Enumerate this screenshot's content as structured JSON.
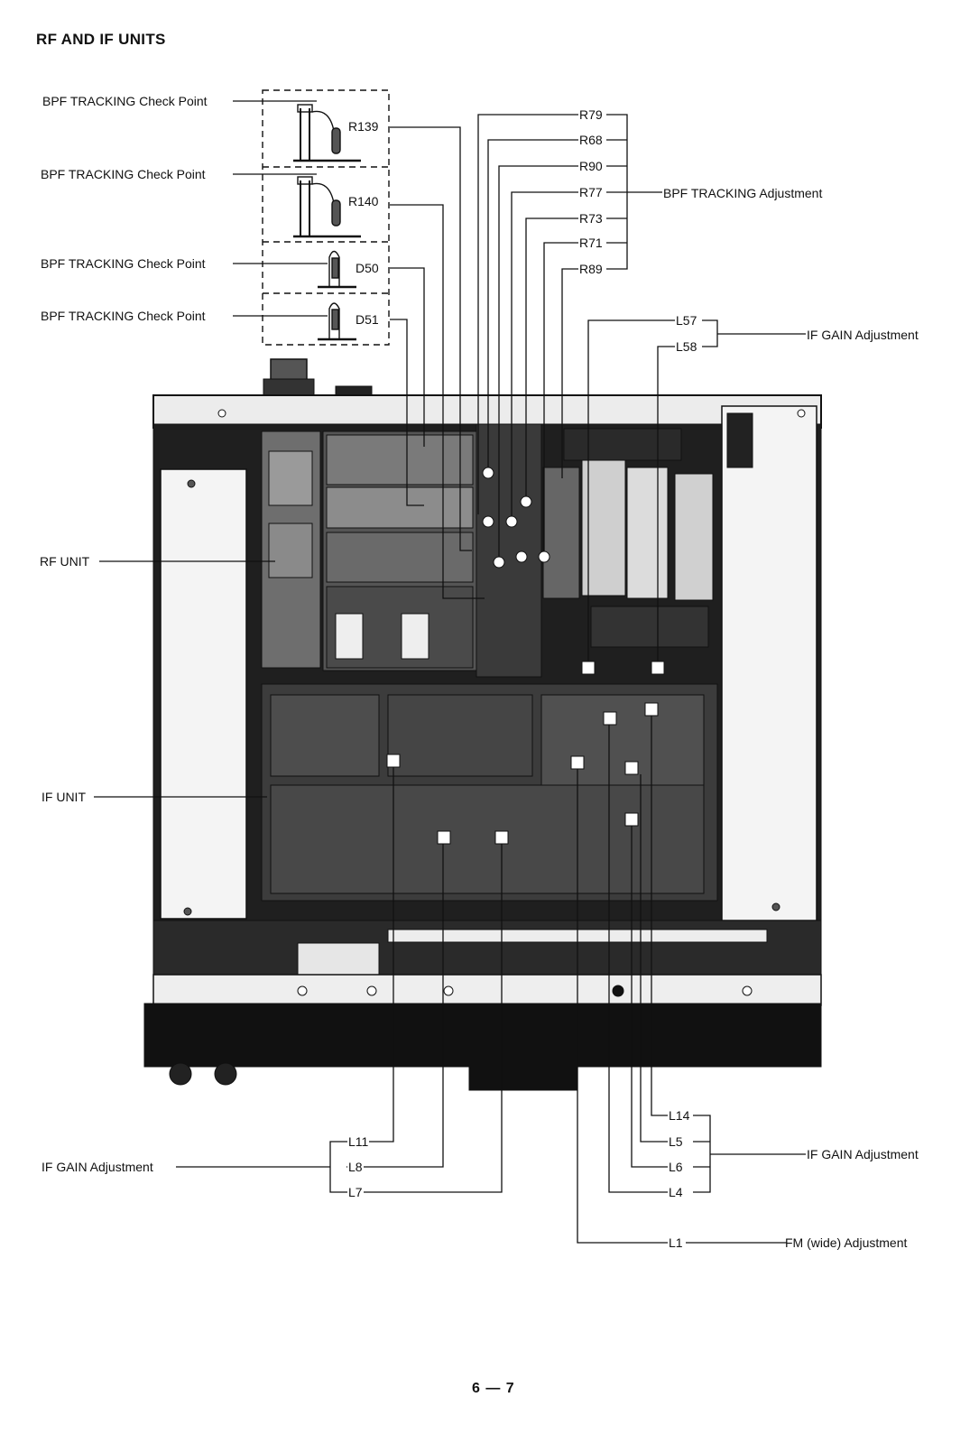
{
  "title": "RF AND IF UNITS",
  "check_points": [
    {
      "label": "BPF TRACKING Check Point",
      "part": "R139"
    },
    {
      "label": "BPF TRACKING Check Point",
      "part": "R140"
    },
    {
      "label": "BPF TRACKING Check Point",
      "part": "D50"
    },
    {
      "label": "BPF TRACKING Check Point",
      "part": "D51"
    }
  ],
  "bpf_adjust": {
    "parts": [
      "R79",
      "R68",
      "R90",
      "R77",
      "R73",
      "R71",
      "R89"
    ],
    "label": "BPF TRACKING Adjustment"
  },
  "if_gain_top": {
    "parts": [
      "L57",
      "L58"
    ],
    "label": "IF GAIN Adjustment"
  },
  "units": {
    "rf": "RF UNIT",
    "if": "IF UNIT"
  },
  "if_gain_left": {
    "parts": [
      "L11",
      "L8",
      "L7"
    ],
    "label": "IF GAIN Adjustment"
  },
  "if_gain_right": {
    "parts": [
      "L14",
      "L5",
      "L6",
      "L4"
    ],
    "label": "IF GAIN Adjustment"
  },
  "fm_adjust": {
    "part": "L1",
    "label": "FM (wide) Adjustment"
  },
  "page_number": "6 — 7"
}
